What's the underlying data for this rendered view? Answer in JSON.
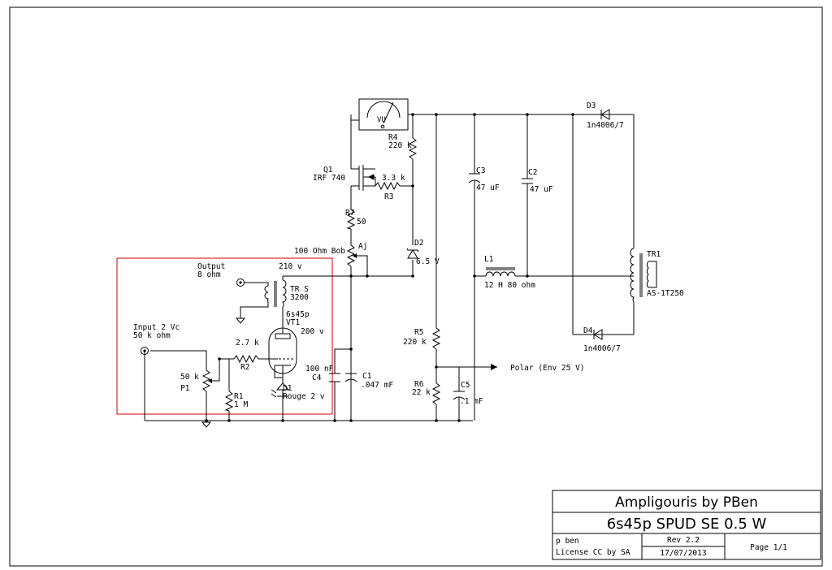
{
  "colors": {
    "line": "#000000",
    "highlight_box": "#cc0000",
    "background": "#ffffff"
  },
  "labels": {
    "vu": "VU",
    "r4_ref": "R4",
    "r4_val": "220 k",
    "q1_ref": "Q1",
    "q1_val": "IRF 740",
    "r3_val": "3.3 k",
    "r3_ref": "R3",
    "r7_ref": "R7",
    "r7_val": "50",
    "aj_name": "100 Ohm Bob",
    "aj_ref": "Aj",
    "d2_ref": "D2",
    "d2_val": "6.5 V",
    "c3_ref": "C3",
    "c3_val": "47 uF",
    "c2_ref": "C2",
    "c2_val": "47 uF",
    "l1_ref": "L1",
    "l1_val": "12 H 80 ohm",
    "d3_ref": "D3",
    "d3_val": "1n4006/7",
    "d4_ref": "D4",
    "d4_val": "1n4006/7",
    "tr1_ref": "TR1",
    "tr1_val": "AS-1T250",
    "output_1": "Output",
    "output_2": "8 ohm",
    "b_210": "210 v",
    "trs_ref": "TR S",
    "trs_val": "3200",
    "tube_val": "6s45p",
    "tube_ref": "VT1",
    "b_200": "200 v",
    "input_1": "Input  2 Vc",
    "input_2": "50 k ohm",
    "r2_val": "2.7 k",
    "r2_ref": "R2",
    "p1_val": "50 k",
    "p1_ref": "P1",
    "r1_ref": "R1",
    "r1_val": "1 M",
    "d1_ref": "D1",
    "d1_val": "Rouge 2 v",
    "c4_val": "100 nF",
    "c4_ref": "C4",
    "c1_ref": "C1",
    "c1_val": ".047 mF",
    "r5_ref": "R5",
    "r5_val": "220 k",
    "r6_ref": "R6",
    "r6_val": "22 k",
    "c5_ref": "C5",
    "c5_val": ".1 mF",
    "polar": "Polar (Env 25 V)"
  },
  "title_block": {
    "title": "Ampligouris by PBen",
    "subtitle": "6s45p SPUD SE 0.5 W",
    "author": "p ben",
    "license": "License CC by SA",
    "revision": "Rev 2.2",
    "date": "17/07/2013",
    "page": "Page 1/1"
  }
}
